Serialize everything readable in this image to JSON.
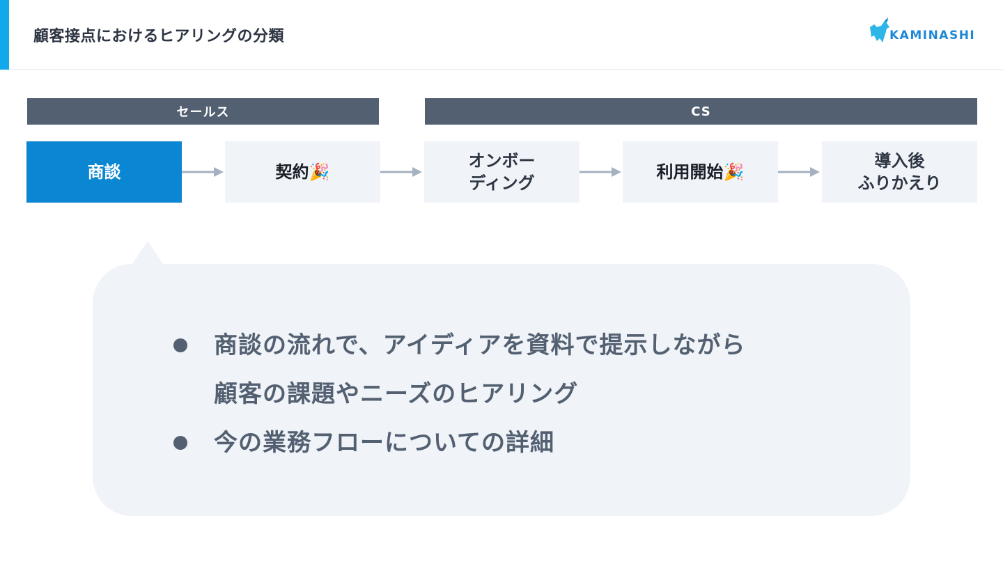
{
  "header": {
    "title": "顧客接点におけるヒアリングの分類",
    "logo_text": "KAMINASHI",
    "accent_color": "#12a9ec"
  },
  "phases": [
    {
      "label": "セールス"
    },
    {
      "label": "CS"
    }
  ],
  "steps": [
    {
      "label": "商談",
      "active": true
    },
    {
      "label": "契約🎉",
      "active": false
    },
    {
      "label": "オンボー\nディング",
      "active": false
    },
    {
      "label": "利用開始🎉",
      "active": false
    },
    {
      "label": "導入後\nふりかえり",
      "active": false
    }
  ],
  "callout": {
    "bullets": [
      {
        "text": "商談の流れで、アイディアを資料で提示しながら\n顧客の課題やニーズのヒアリング"
      },
      {
        "text": "今の業務フローについての詳細"
      }
    ]
  },
  "colors": {
    "phase_bg": "#536071",
    "active_step": "#0b86d2",
    "step_bg": "#f0f3f8",
    "arrow": "#a6b1bf",
    "bullet_text": "#536071"
  }
}
